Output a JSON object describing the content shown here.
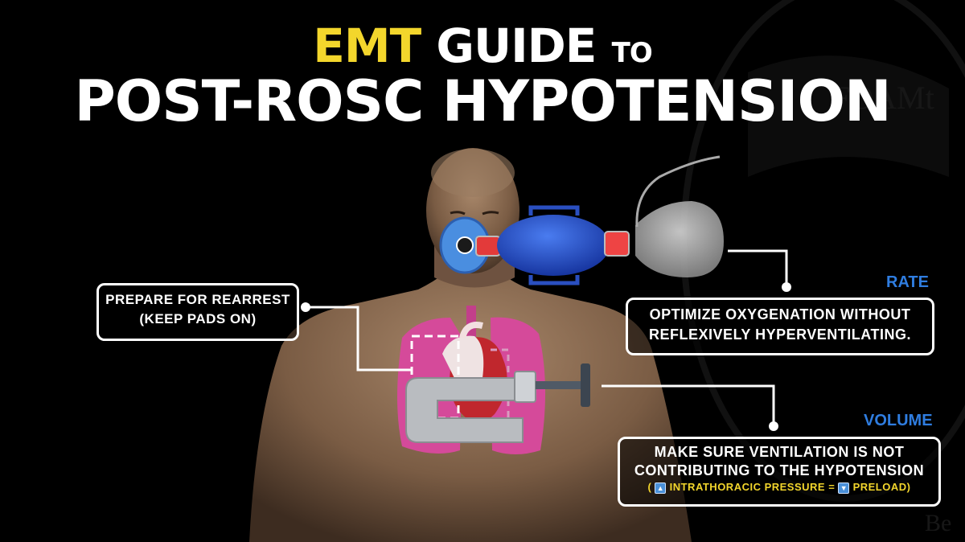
{
  "title": {
    "accent": "EMT",
    "main": "GUIDE",
    "small": "TO",
    "line2": "POST-ROSC HYPOTENSION"
  },
  "watermark": {
    "text1": "FOAMt",
    "text2": "Be"
  },
  "callouts": {
    "rearrest": {
      "line1": "PREPARE FOR REARREST",
      "line2": "(KEEP PADS ON)"
    },
    "rate": {
      "tag": "RATE",
      "line1": "OPTIMIZE OXYGENATION WITHOUT",
      "line2": "REFLEXIVELY HYPERVENTILATING."
    },
    "volume": {
      "tag": "VOLUME",
      "line1": "MAKE SURE VENTILATION IS NOT",
      "line2": "CONTRIBUTING TO THE HYPOTENSION",
      "up_arrow": "▲",
      "sub_part1": "INTRATHORACIC PRESSURE =",
      "down_arrow": "▼",
      "sub_part2": "PRELOAD"
    }
  },
  "icons": {
    "bvm": "bag-valve-mask-icon",
    "heart": "heart-icon",
    "clamp": "c-clamp-icon",
    "lungs": "lungs-icon"
  },
  "colors": {
    "accent": "#f3d62c",
    "tag": "#2f7de0",
    "lungs": "#d54a9a",
    "bag": "#1f4fc9",
    "clamp": "#b9bcc0"
  }
}
